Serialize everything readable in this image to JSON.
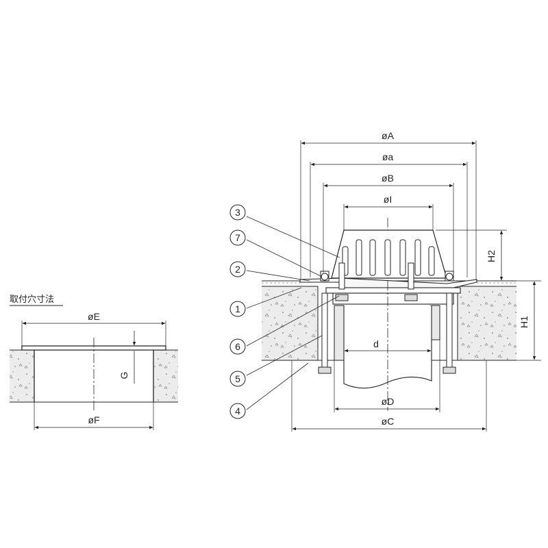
{
  "install_hole": {
    "title": "取付穴寸法",
    "labels": {
      "E": "øE",
      "F": "øF",
      "G": "G"
    }
  },
  "drain": {
    "dims": {
      "A": "øA",
      "a": "øa",
      "B": "øB",
      "I": "øI",
      "D": "øD",
      "C": "øC",
      "d": "d",
      "H1": "H1",
      "H2": "H2"
    },
    "callouts": [
      "1",
      "2",
      "3",
      "4",
      "5",
      "6",
      "7"
    ]
  }
}
